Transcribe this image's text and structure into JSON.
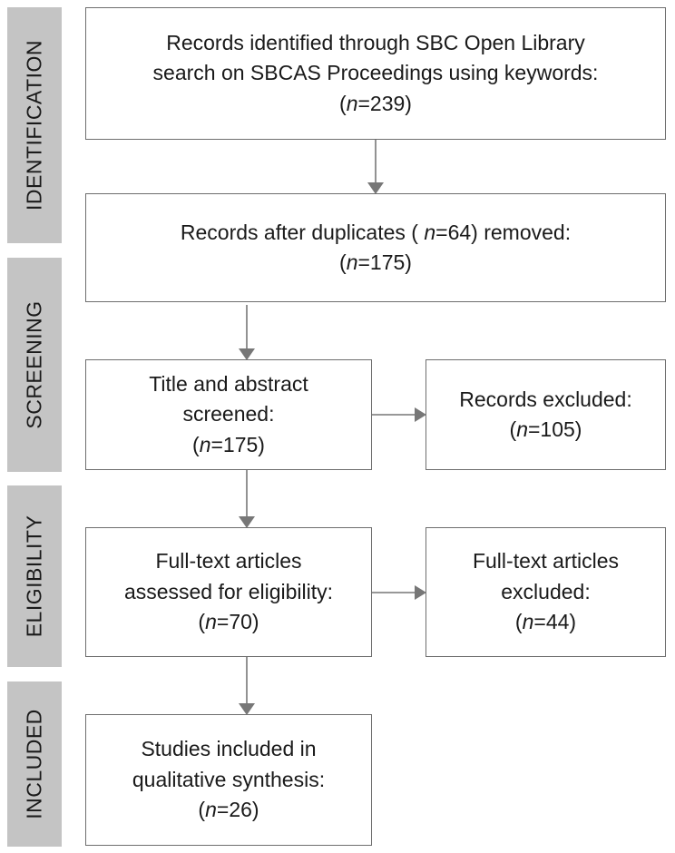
{
  "colors": {
    "stage_fill": "#c4c4c4",
    "box_border": "#6e6e6e",
    "arrow": "#777777",
    "text": "#1a1a1a"
  },
  "stages": {
    "identification": "IDENTIFICATION",
    "screening": "SCREENING",
    "eligibility": "ELIGIBILITY",
    "included": "INCLUDED"
  },
  "boxes": {
    "identified": {
      "line1": "Records identified through SBC Open Library",
      "line2": "search on SBCAS Proceedings using keywords:",
      "n_prefix": "(",
      "n_symbol": "n",
      "n_value": "=239)"
    },
    "after_duplicates": {
      "line1_a": "Records after duplicates (",
      "line1_n_symbol": "n",
      "line1_b": "=64) removed:",
      "n_prefix": "(",
      "n_symbol": "n",
      "n_value": "=175)"
    },
    "title_abstract": {
      "line1": "Title and abstract",
      "line2": "screened:",
      "n_prefix": "(",
      "n_symbol": "n",
      "n_value": "=175)"
    },
    "records_excluded": {
      "line1": "Records excluded:",
      "n_prefix": "(",
      "n_symbol": "n",
      "n_value": "=105)"
    },
    "full_text_assessed": {
      "line1": "Full-text articles",
      "line2": "assessed for eligibility:",
      "n_prefix": "(",
      "n_symbol": "n",
      "n_value": "=70)"
    },
    "full_text_excluded": {
      "line1": "Full-text articles",
      "line2": "excluded:",
      "n_prefix": "(",
      "n_symbol": "n",
      "n_value": "=44)"
    },
    "included_studies": {
      "line1": "Studies included in",
      "line2": "qualitative synthesis:",
      "n_prefix": "(",
      "n_symbol": "n",
      "n_value": "=26)"
    }
  }
}
